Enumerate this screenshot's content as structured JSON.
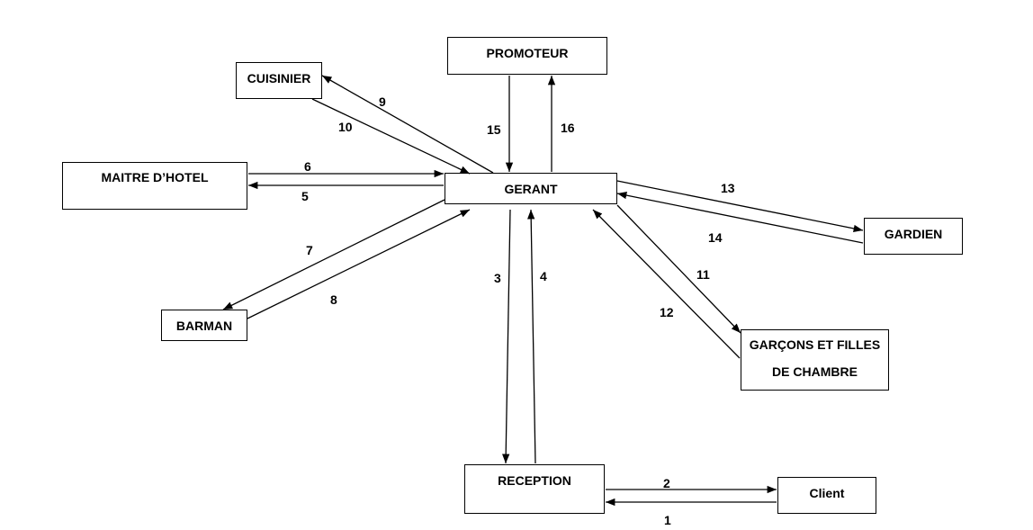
{
  "nodes": {
    "promoteur": "PROMOTEUR",
    "cuisinier": "CUISINIER",
    "maitre": "MAITRE D’HOTEL",
    "gerant": "GERANT",
    "gardien": "GARDIEN",
    "barman": "BARMAN",
    "garcons_line1": "GARÇONS ET FILLES",
    "garcons_line2": "DE CHAMBRE",
    "reception": "RECEPTION",
    "client": "Client"
  },
  "flows": {
    "f1": "1",
    "f2": "2",
    "f3": "3",
    "f4": "4",
    "f5": "5",
    "f6": "6",
    "f7": "7",
    "f8": "8",
    "f9": "9",
    "f10": "10",
    "f11": "11",
    "f12": "12",
    "f13": "13",
    "f14": "14",
    "f15": "15",
    "f16": "16"
  }
}
